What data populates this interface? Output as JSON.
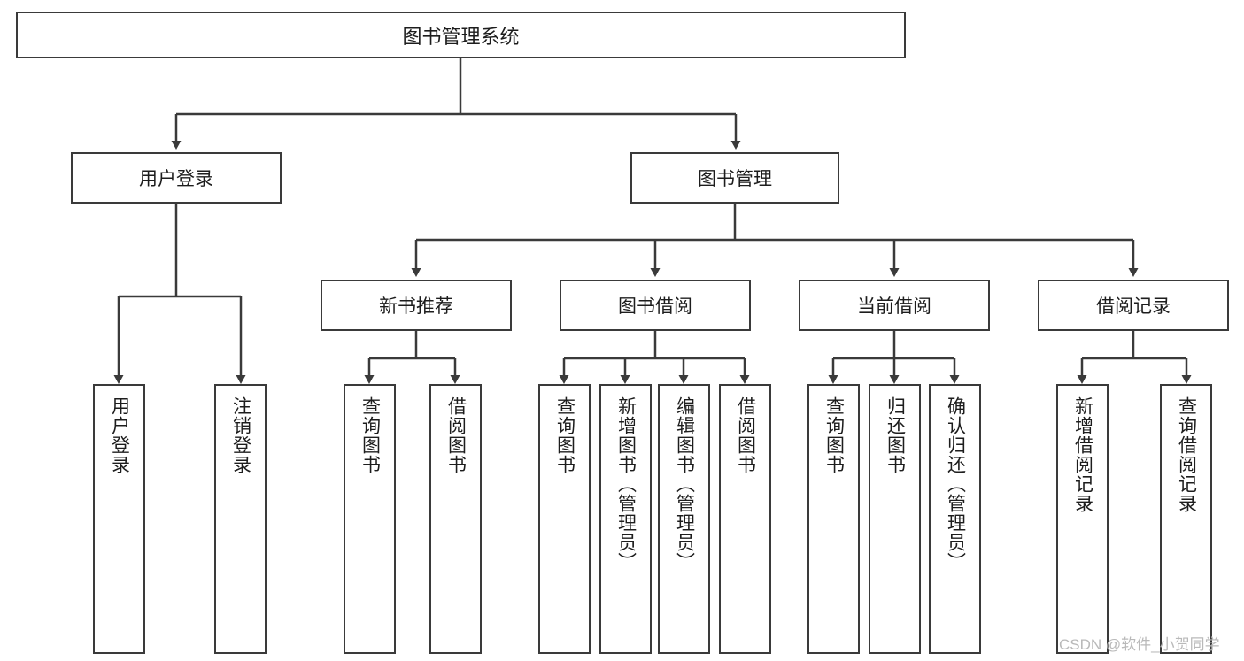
{
  "diagram": {
    "title": "图书管理系统",
    "type": "hierarchy-tree",
    "colors": {
      "box_border": "#3a3a3a",
      "box_fill": "#ffffff",
      "edge": "#3a3a3a",
      "text": "#1d1d1d",
      "watermark": "#b9b9b9",
      "background": "#ffffff"
    },
    "root": {
      "label": "图书管理系统"
    },
    "level1": [
      {
        "label": "用户登录"
      },
      {
        "label": "图书管理"
      }
    ],
    "level2": [
      {
        "label": "新书推荐"
      },
      {
        "label": "图书借阅"
      },
      {
        "label": "当前借阅"
      },
      {
        "label": "借阅记录"
      }
    ],
    "leaves": {
      "user_login": [
        {
          "label": "用户登录"
        },
        {
          "label": "注销登录"
        }
      ],
      "new_book_recommend": [
        {
          "label": "查询图书"
        },
        {
          "label": "借阅图书"
        }
      ],
      "book_borrow": [
        {
          "label": "查询图书"
        },
        {
          "label": "新增图书（管理员）"
        },
        {
          "label": "编辑图书（管理员）"
        },
        {
          "label": "借阅图书"
        }
      ],
      "current_borrow": [
        {
          "label": "查询图书"
        },
        {
          "label": "归还图书"
        },
        {
          "label": "确认归还（管理员）"
        }
      ],
      "borrow_record": [
        {
          "label": "新增借阅记录"
        },
        {
          "label": "查询借阅记录"
        }
      ]
    }
  },
  "watermark": {
    "text": "CSDN @软件_小贺同学"
  }
}
